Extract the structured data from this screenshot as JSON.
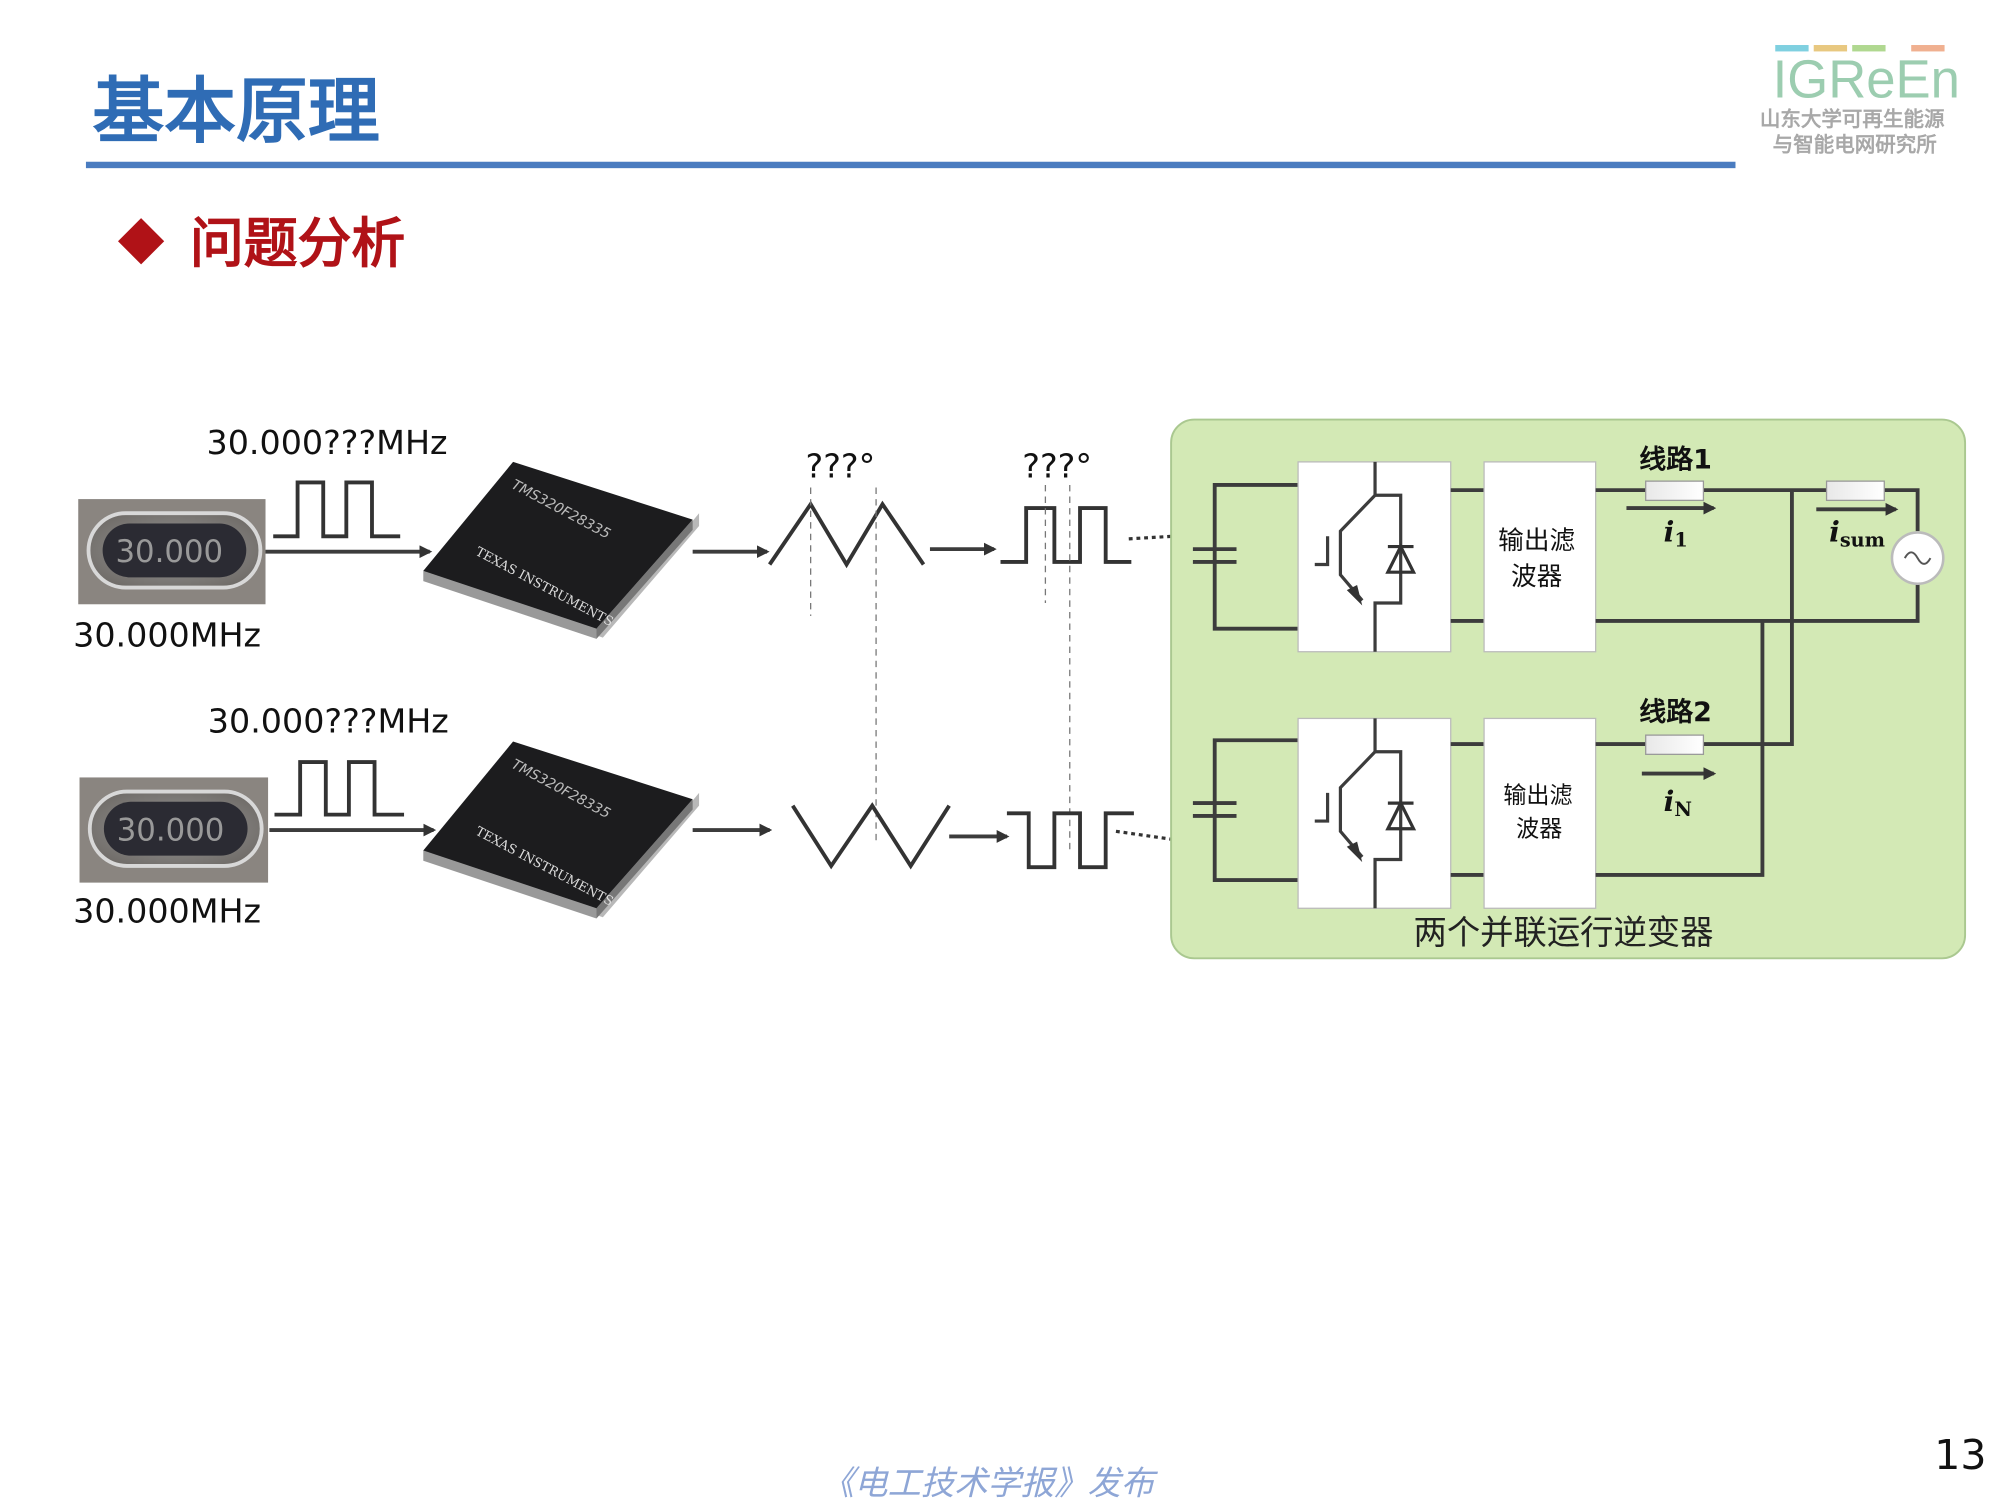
{
  "header": {
    "title": "基本原理",
    "section": "问题分析",
    "accent_color": "#2f6cb5",
    "section_color": "#b01217",
    "logo": {
      "text": "IGReEn",
      "line1": "山东大学可再生能源",
      "line2": "与智能电网研究所"
    }
  },
  "diagram": {
    "top": {
      "crystal_marking": "30.000",
      "crystal_label": "30.000MHz",
      "clock_label": "30.000???MHz",
      "chip_model": "TMS320F28335",
      "chip_brand": "TEXAS INSTRUMENTS",
      "carrier_phase": "???°",
      "pwm_phase": "???°"
    },
    "bottom": {
      "crystal_marking": "30.000",
      "crystal_label": "30.000MHz",
      "clock_label": "30.000???MHz",
      "chip_model": "TMS320F28335",
      "chip_brand": "TEXAS INSTRUMENTS"
    },
    "inverters": {
      "caption": "两个并联运行逆变器",
      "line1": "线路1",
      "line2": "线路2",
      "filter1": [
        "输出滤",
        "波器"
      ],
      "filter2": [
        "输出滤",
        "波器"
      ],
      "i1": "i",
      "i1_sub": "1",
      "iN": "i",
      "iN_sub": "N",
      "isum": "i",
      "isum_sub": "sum",
      "background_color": "#d3e9b5"
    }
  },
  "footer": {
    "publisher": "《电工技术学报》发布",
    "page_number": "13"
  }
}
